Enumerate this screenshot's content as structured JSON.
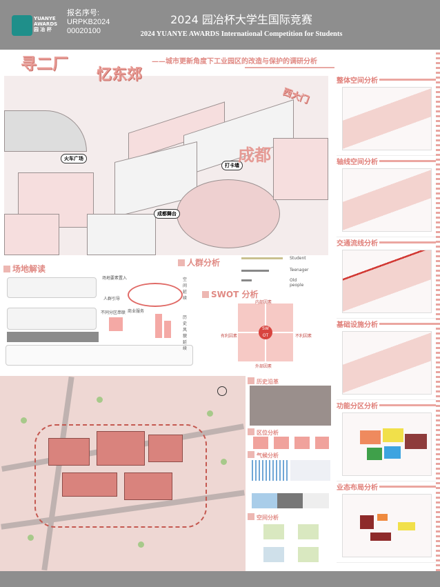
{
  "header": {
    "logo": {
      "line1": "YUANYE",
      "line2": "AWARDS",
      "line3": "园 冶 杯"
    },
    "reg_label": "报名序号:",
    "reg_no_1": "URPKB2024",
    "reg_no_2": "00020100",
    "title_cn": "2024 园冶杯大学生国际竞赛",
    "title_en": "2024 YUANYE AWARDS International Competition for  Students"
  },
  "poster": {
    "title_1": "寻二厂",
    "title_2": "忆东郊",
    "subtitle": "——城市更新角度下工业园区的改造与保护的调研分析",
    "axo_labels": {
      "west_gate": "西大门",
      "train_square": "火车广场",
      "checkin_wall": "打卡墙",
      "stage": "成都舞台",
      "chengdu": "成都"
    },
    "sections": {
      "site": "场地解读",
      "people": "人群分析",
      "swot": "SWOT 分析",
      "history": "历史沿革",
      "location": "区位分析",
      "climate": "气候分析",
      "space": "空间分析"
    },
    "people_rows": [
      {
        "group": "Student"
      },
      {
        "group": "Teenager"
      },
      {
        "group": "Old people"
      }
    ],
    "swot": {
      "internal": "内部因素",
      "external": "外部因素",
      "favorable": "有利因素",
      "unfavorable": "不利因素",
      "s": "S",
      "w": "W",
      "o": "O",
      "t": "T"
    },
    "site_notes": {
      "buildings": "场地要素置入",
      "flow": "人群引导",
      "zones": "不同分区串联",
      "commerce": "商业服务",
      "hist": "历史风貌延续",
      "space": "空间延续"
    }
  },
  "right_column": [
    {
      "title": "整体空间分析"
    },
    {
      "title": "轴线空间分析"
    },
    {
      "title": "交通流线分析"
    },
    {
      "title": "基础设施分析"
    },
    {
      "title": "功能分区分析"
    },
    {
      "title": "业态布局分析"
    }
  ],
  "colors": {
    "accent": "#e08a84",
    "header": "#8e8e8e",
    "logo": "#1f8f8a"
  }
}
